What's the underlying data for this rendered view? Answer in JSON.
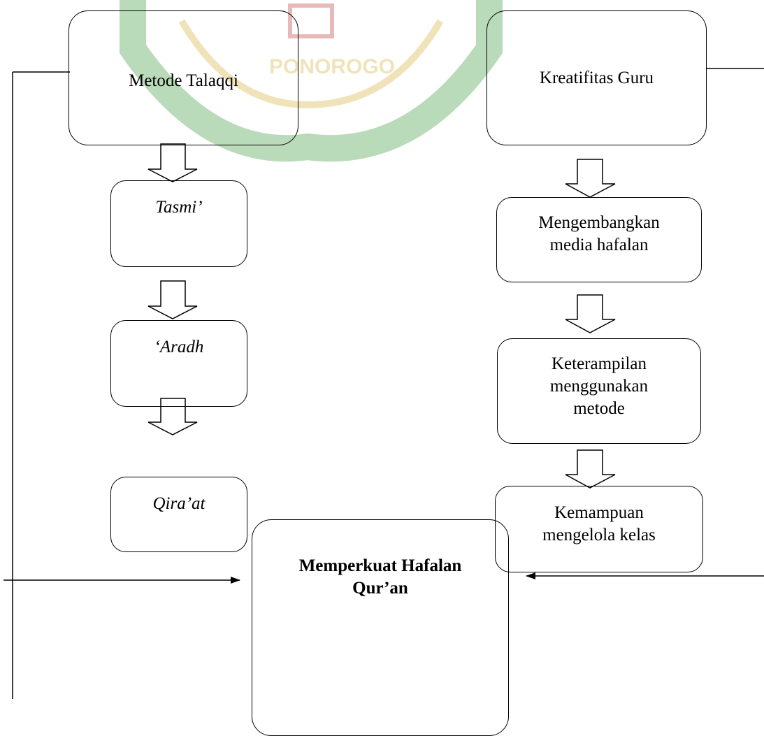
{
  "watermark": {
    "text": "PONOROGO",
    "colors": {
      "green": "#3a9a3a",
      "gold": "#d8b23a",
      "red": "#c03a3a"
    }
  },
  "left": {
    "title": "Metode Talaqqi",
    "steps": [
      "Tasmi’",
      "‘Aradh",
      "Qira’at"
    ]
  },
  "right": {
    "title": "Kreatifitas Guru",
    "steps": [
      [
        "Mengembangkan",
        "media hafalan"
      ],
      [
        "Keterampilan",
        "menggunakan",
        "metode"
      ],
      [
        "Kemampuan",
        "mengelola kelas"
      ]
    ]
  },
  "goal": {
    "lines": [
      "Memperkuat Hafalan",
      "Qur’an"
    ]
  }
}
